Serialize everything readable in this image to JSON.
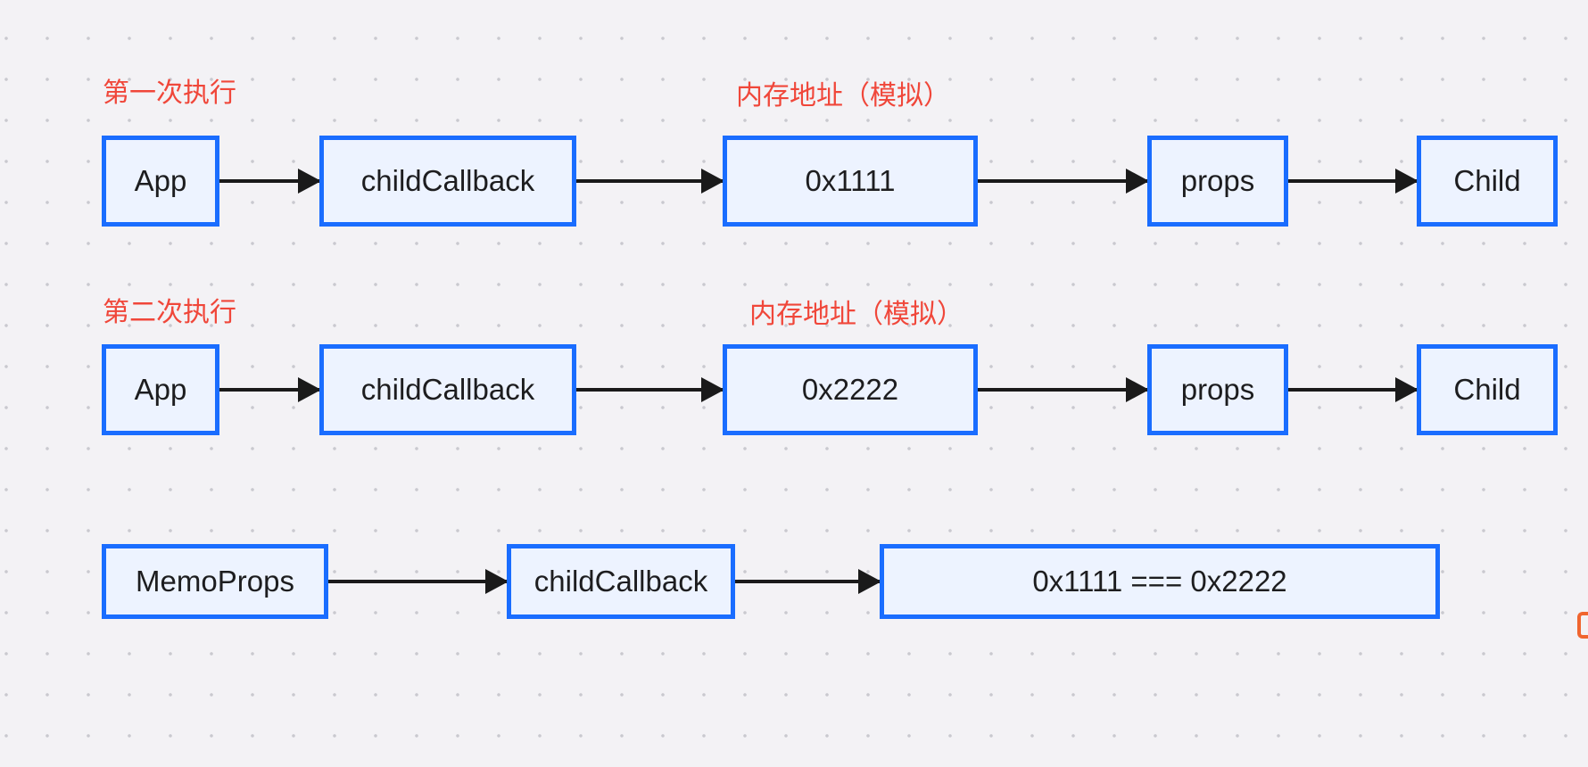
{
  "rows": [
    {
      "label": "第一次执行",
      "memory_label": "内存地址（模拟）",
      "nodes": [
        "App",
        "childCallback",
        "0x1111",
        "props",
        "Child"
      ]
    },
    {
      "label": "第二次执行",
      "memory_label": "内存地址（模拟）",
      "nodes": [
        "App",
        "childCallback",
        "0x2222",
        "props",
        "Child"
      ]
    }
  ],
  "compare": {
    "nodes": [
      "MemoProps",
      "childCallback",
      "0x1111 === 0x2222"
    ]
  },
  "colors": {
    "background": "#f3f2f5",
    "node_border": "#1a6dff",
    "node_fill": "#edf3ff",
    "label_red": "#f0473a",
    "arrow": "#1a1a1a"
  }
}
